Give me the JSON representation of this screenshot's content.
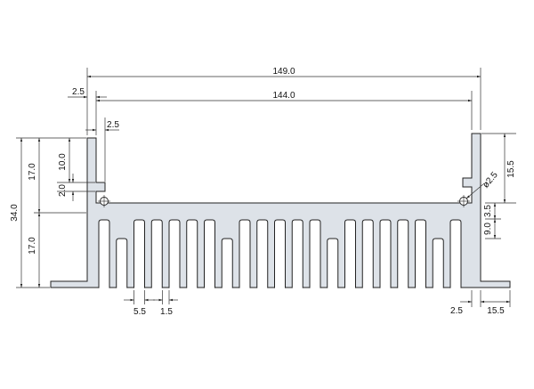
{
  "dimensions": {
    "overall_width": "149.0",
    "inner_width": "144.0",
    "wall_thickness_top": "2.5",
    "lip_width": "2.5",
    "total_height": "34.0",
    "upper_height": "17.0",
    "lower_height": "17.0",
    "lip_offset": "10.0",
    "lip_thickness": "2.0",
    "fin_gap": "5.5",
    "fin_thickness": "1.5",
    "wall_thickness_bottom": "2.5",
    "flange_width": "15.5",
    "right_wall_height": "15.5",
    "hole_diameter": "ø2.5",
    "base_thickness": "3.5",
    "short_fin_offset": "9.0"
  },
  "colors": {
    "profile_fill": "#dde2e8",
    "line": "#222222"
  }
}
